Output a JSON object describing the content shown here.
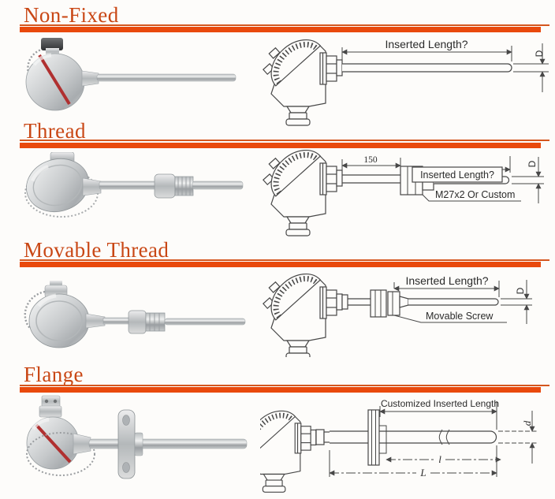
{
  "colors": {
    "heading_text": "#c94715",
    "divider_bar": "#e9490c",
    "drawing_line": "#474747"
  },
  "sections": [
    {
      "title": "Non-Fixed",
      "diagram_labels": {
        "inserted_length": "Inserted Length?",
        "diameter": "D"
      }
    },
    {
      "title": "Thread",
      "diagram_labels": {
        "neck_length": "150",
        "inserted_length": "Inserted Length?",
        "thread_spec": "M27x2 Or Custom",
        "diameter": "D"
      }
    },
    {
      "title": "Movable Thread",
      "diagram_labels": {
        "inserted_length": "Inserted Length?",
        "screw": "Movable Screw",
        "diameter": "D"
      }
    },
    {
      "title": "Flange",
      "diagram_labels": {
        "inserted_length": "Customized Inserted Length",
        "diameter": "d",
        "insert_dim": "l",
        "total_dim": "L"
      }
    }
  ]
}
